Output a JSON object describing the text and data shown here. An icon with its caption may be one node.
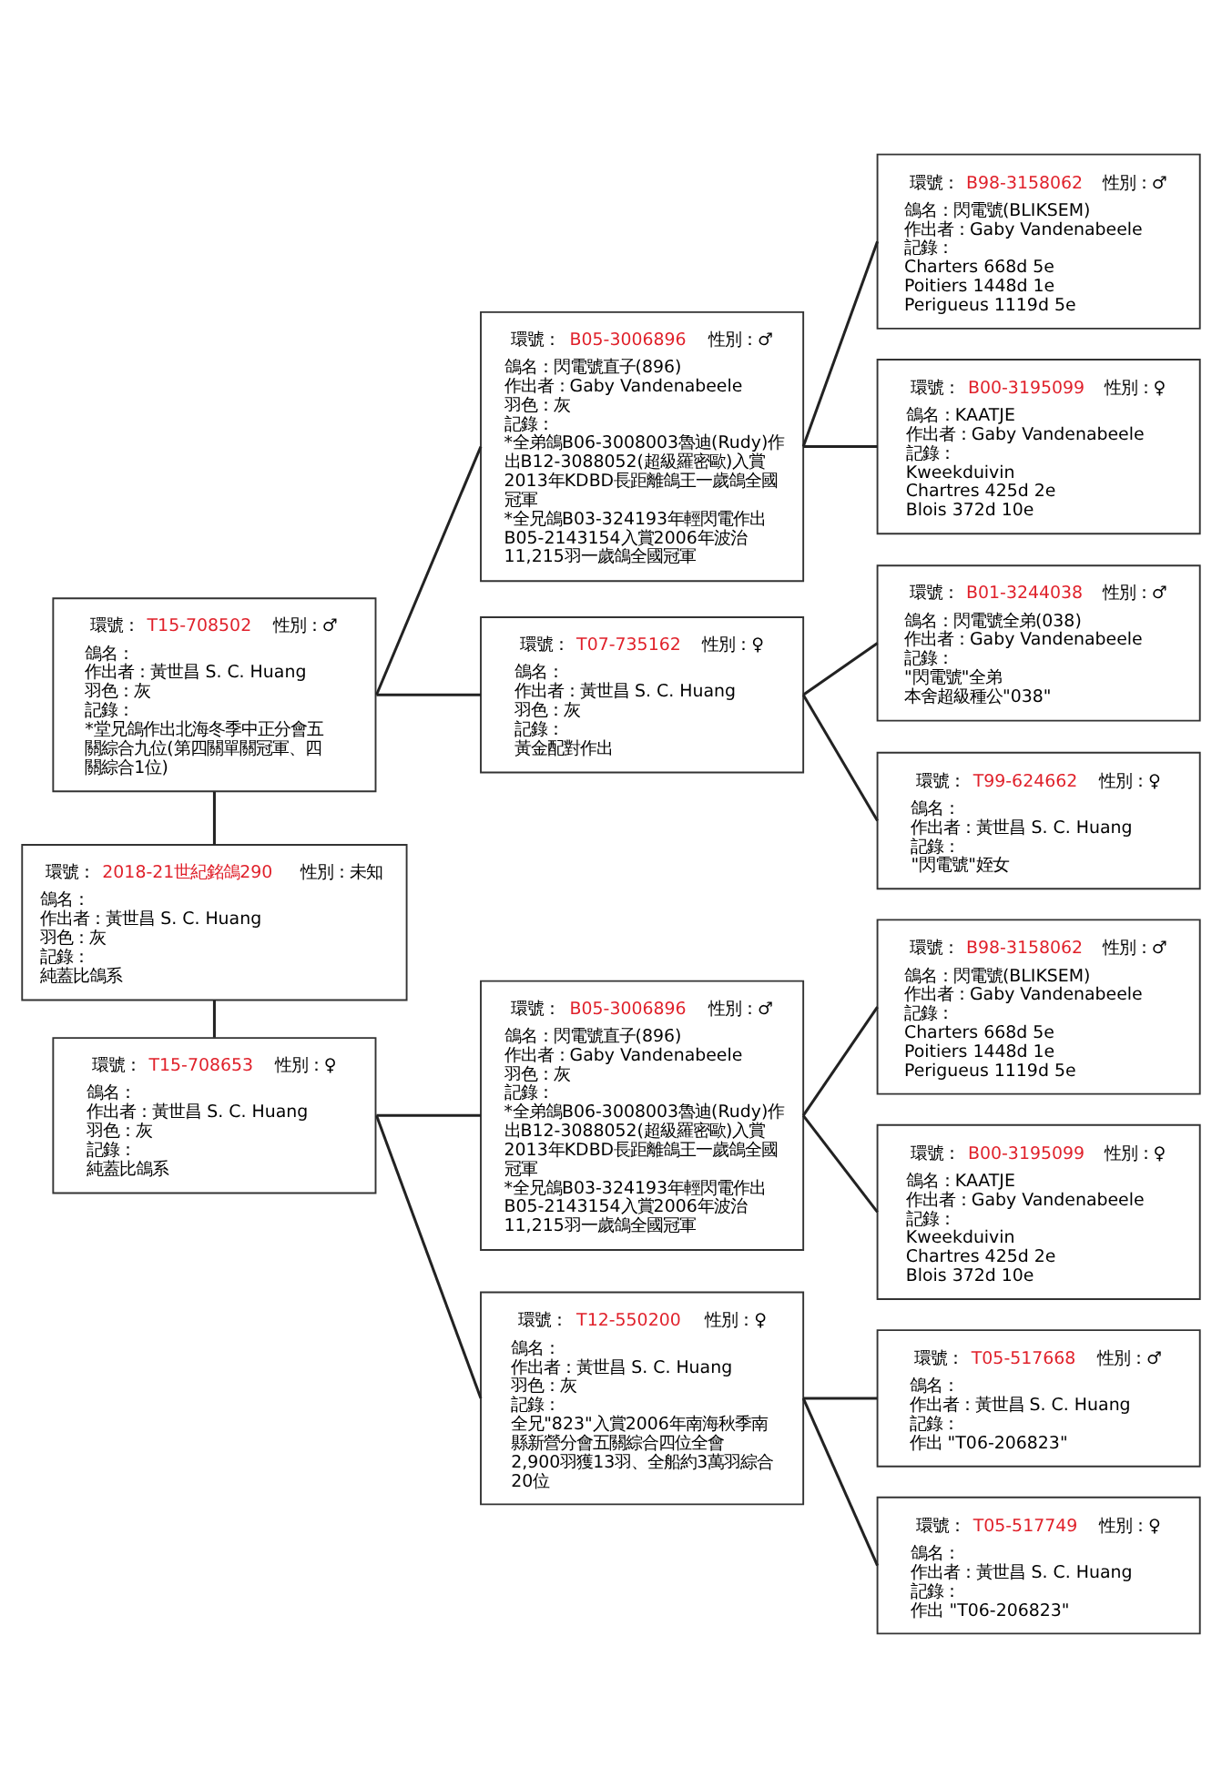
{
  "diagram": {
    "nodes": [
      {
        "text": [
          "環號：",
          "T15-708502",
          "性別：♂",
          "鴿名：",
          "作出者：黃世昌 S. C. Huang",
          "羽色：灰",
          "記錄：",
          "*堂兄鴿作出北海冬季中正分會五關綜合九位(第四關單關冠軍、四關綜合1位)"
        ]
      },
      {
        "text": [
          "環號：",
          "2018-21世紀銘鴿290",
          "性別：未知",
          "鴿名：",
          "作出者：黃世昌 S. C. Huang",
          "羽色：灰",
          "記錄：",
          "純蓋比鴿系"
        ]
      },
      {
        "text": [
          "環號：",
          "T15-708653",
          "性別：♀",
          "鴿名：",
          "作出者：黃世昌 S. C. Huang",
          "羽色：灰",
          "記錄：",
          "純蓋比鴿系"
        ]
      },
      {
        "text": [
          "環號：",
          "B05-3006896",
          "性別：♂",
          "鴿名：閃電號直子(896)",
          "作出者：Gaby Vandenabeele",
          "羽色：灰",
          "記錄：",
          "*全弟鴿B06-3008003魯迪(Rudy)作出B12-3088052(超級羅密歐)入賞2013年KDBD長距離鴿王一歲鴿全國冠軍",
          "*全兄鴿B03-324193年輕閃電作出B05-2143154入賞2006年波治11,215羽一歲鴿全國冠軍"
        ]
      },
      {
        "text": [
          "環號：",
          "T07-735162",
          "性別：♀",
          "鴿名：",
          "作出者：黃世昌 S. C. Huang",
          "羽色：灰",
          "記錄：",
          "黃金配對作出"
        ]
      },
      {
        "text": [
          "環號：",
          "B05-3006896",
          "性別：♂",
          "鴿名：閃電號直子(896)",
          "作出者：Gaby Vandenabeele",
          "羽色：灰",
          "記錄：",
          "*全弟鴿B06-3008003魯迪(Rudy)作出B12-3088052(超級羅密歐)入賞2013年KDBD長距離鴿王一歲鴿全國冠軍",
          "*全兄鴿B03-324193年輕閃電作出B05-2143154入賞2006年波治11,215羽一歲鴿全國冠軍"
        ]
      },
      {
        "text": [
          "環號：",
          "T12-550200",
          "性別：♀",
          "鴿名：",
          "作出者：黃世昌 S. C. Huang",
          "羽色：灰",
          "記錄：",
          "全兄\"823\"入賞2006年南海秋季南縣新營分會五關綜合四位全會2,900羽獲13羽、全船約3萬羽綜合20位"
        ]
      },
      {
        "text": [
          "環號：",
          "B98-3158062",
          "性別：♂",
          "鴿名：閃電號(BLIKSEM)",
          "作出者：Gaby Vandenabeele",
          "記錄：",
          "Charters 668d 5e",
          "Poitiers 1448d 1e",
          "Perigueus 1119d 5e"
        ]
      },
      {
        "text": [
          "環號：",
          "B00-3195099",
          "性別：♀",
          "鴿名：KAATJE",
          "作出者：Gaby Vandenabeele",
          "記錄：",
          "Kweekduivin",
          "Chartres 425d 2e",
          "Blois 372d 10e"
        ]
      },
      {
        "text": [
          "環號：",
          "B01-3244038",
          "性別：♂",
          "鴿名：閃電號全弟(038)",
          "作出者：Gaby Vandenabeele",
          "記錄：",
          "\"閃電號\"全弟",
          "本舍超級種公\"038\""
        ]
      },
      {
        "text": [
          "環號：",
          "T99-624662",
          "性別：♀",
          "鴿名：",
          "作出者：黃世昌 S. C. Huang",
          "記錄：",
          "\"閃電號\"姪女"
        ]
      },
      {
        "text": [
          "環號：",
          "B98-3158062",
          "性別：♂",
          "鴿名：閃電號(BLIKSEM)",
          "作出者：Gaby Vandenabeele",
          "記錄：",
          "Charters 668d 5e",
          "Poitiers 1448d 1e",
          "Perigueus 1119d 5e"
        ]
      },
      {
        "text": [
          "環號：",
          "B00-3195099",
          "性別：♀",
          "鴿名：KAATJE",
          "作出者：Gaby Vandenabeele",
          "記錄：",
          "Kweekduivin",
          "Chartres 425d 2e",
          "Blois 372d 10e"
        ]
      },
      {
        "text": [
          "環號：",
          "T05-517668",
          "性別：♂",
          "鴿名：",
          "作出者：黃世昌 S. C. Huang",
          "記錄：",
          "作出 \"T06-206823\""
        ]
      },
      {
        "text": [
          "環號：",
          "T05-517749",
          "性別：♀",
          "鴿名：",
          "作出者：黃世昌 S. C. Huang",
          "記錄：",
          "作出 \"T06-206823\""
        ]
      }
    ],
    "edges": [
      {
        "from": 1,
        "to": 0,
        "arrow": "none"
      },
      {
        "from": 1,
        "to": 2,
        "arrow": "none"
      },
      {
        "from": 0,
        "to": 3,
        "arrow": "none"
      },
      {
        "from": 0,
        "to": 4,
        "arrow": "none"
      },
      {
        "from": 3,
        "to": 7,
        "arrow": "none"
      },
      {
        "from": 3,
        "to": 8,
        "arrow": "none"
      },
      {
        "from": 4,
        "to": 9,
        "arrow": "none"
      },
      {
        "from": 4,
        "to": 10,
        "arrow": "none"
      },
      {
        "from": 2,
        "to": 5,
        "arrow": "none"
      },
      {
        "from": 2,
        "to": 6,
        "arrow": "none"
      },
      {
        "from": 5,
        "to": 11,
        "arrow": "none"
      },
      {
        "from": 5,
        "to": 12,
        "arrow": "none"
      },
      {
        "from": 6,
        "to": 13,
        "arrow": "none"
      },
      {
        "from": 6,
        "to": 14,
        "arrow": "none"
      }
    ]
  }
}
